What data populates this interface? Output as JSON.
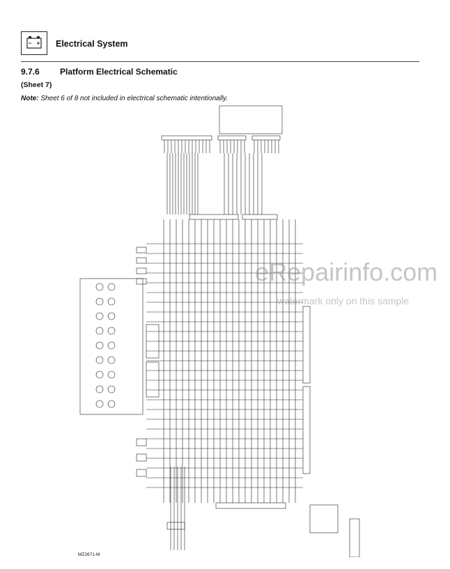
{
  "header": {
    "icon": "battery-icon",
    "title": "Electrical System"
  },
  "section": {
    "number": "9.7.6",
    "title": "Platform Electrical Schematic"
  },
  "sheet_label": "(Sheet 7)",
  "note": {
    "label": "Note:",
    "text": "Sheet 6 of 8 not included in electrical schematic intentionally."
  },
  "watermark": {
    "brand": "eRepairinfo.com",
    "caption": "watermark only on this sample"
  },
  "drawing_id": "MZ2671-M"
}
